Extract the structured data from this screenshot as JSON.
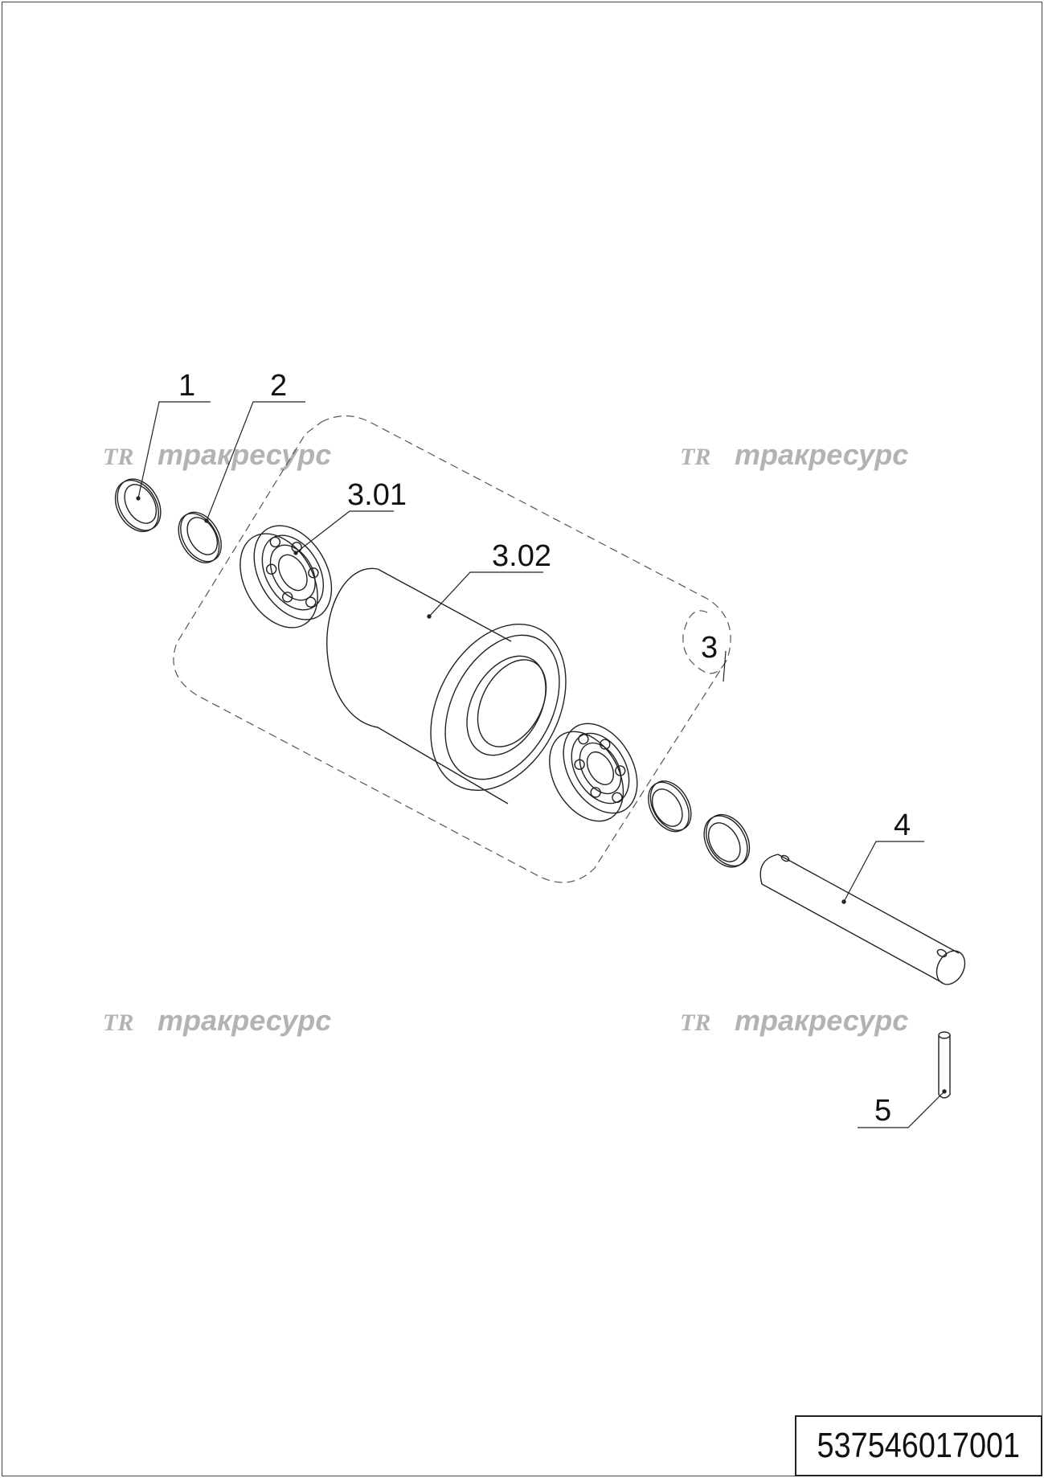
{
  "drawing": {
    "callouts": {
      "c1": "1",
      "c2": "2",
      "c301": "3.01",
      "c302": "3.02",
      "c3": "3",
      "c4": "4",
      "c5": "5"
    },
    "watermark": {
      "text": "тракресурс",
      "logo": "TR"
    },
    "part_number": "537546017001"
  }
}
